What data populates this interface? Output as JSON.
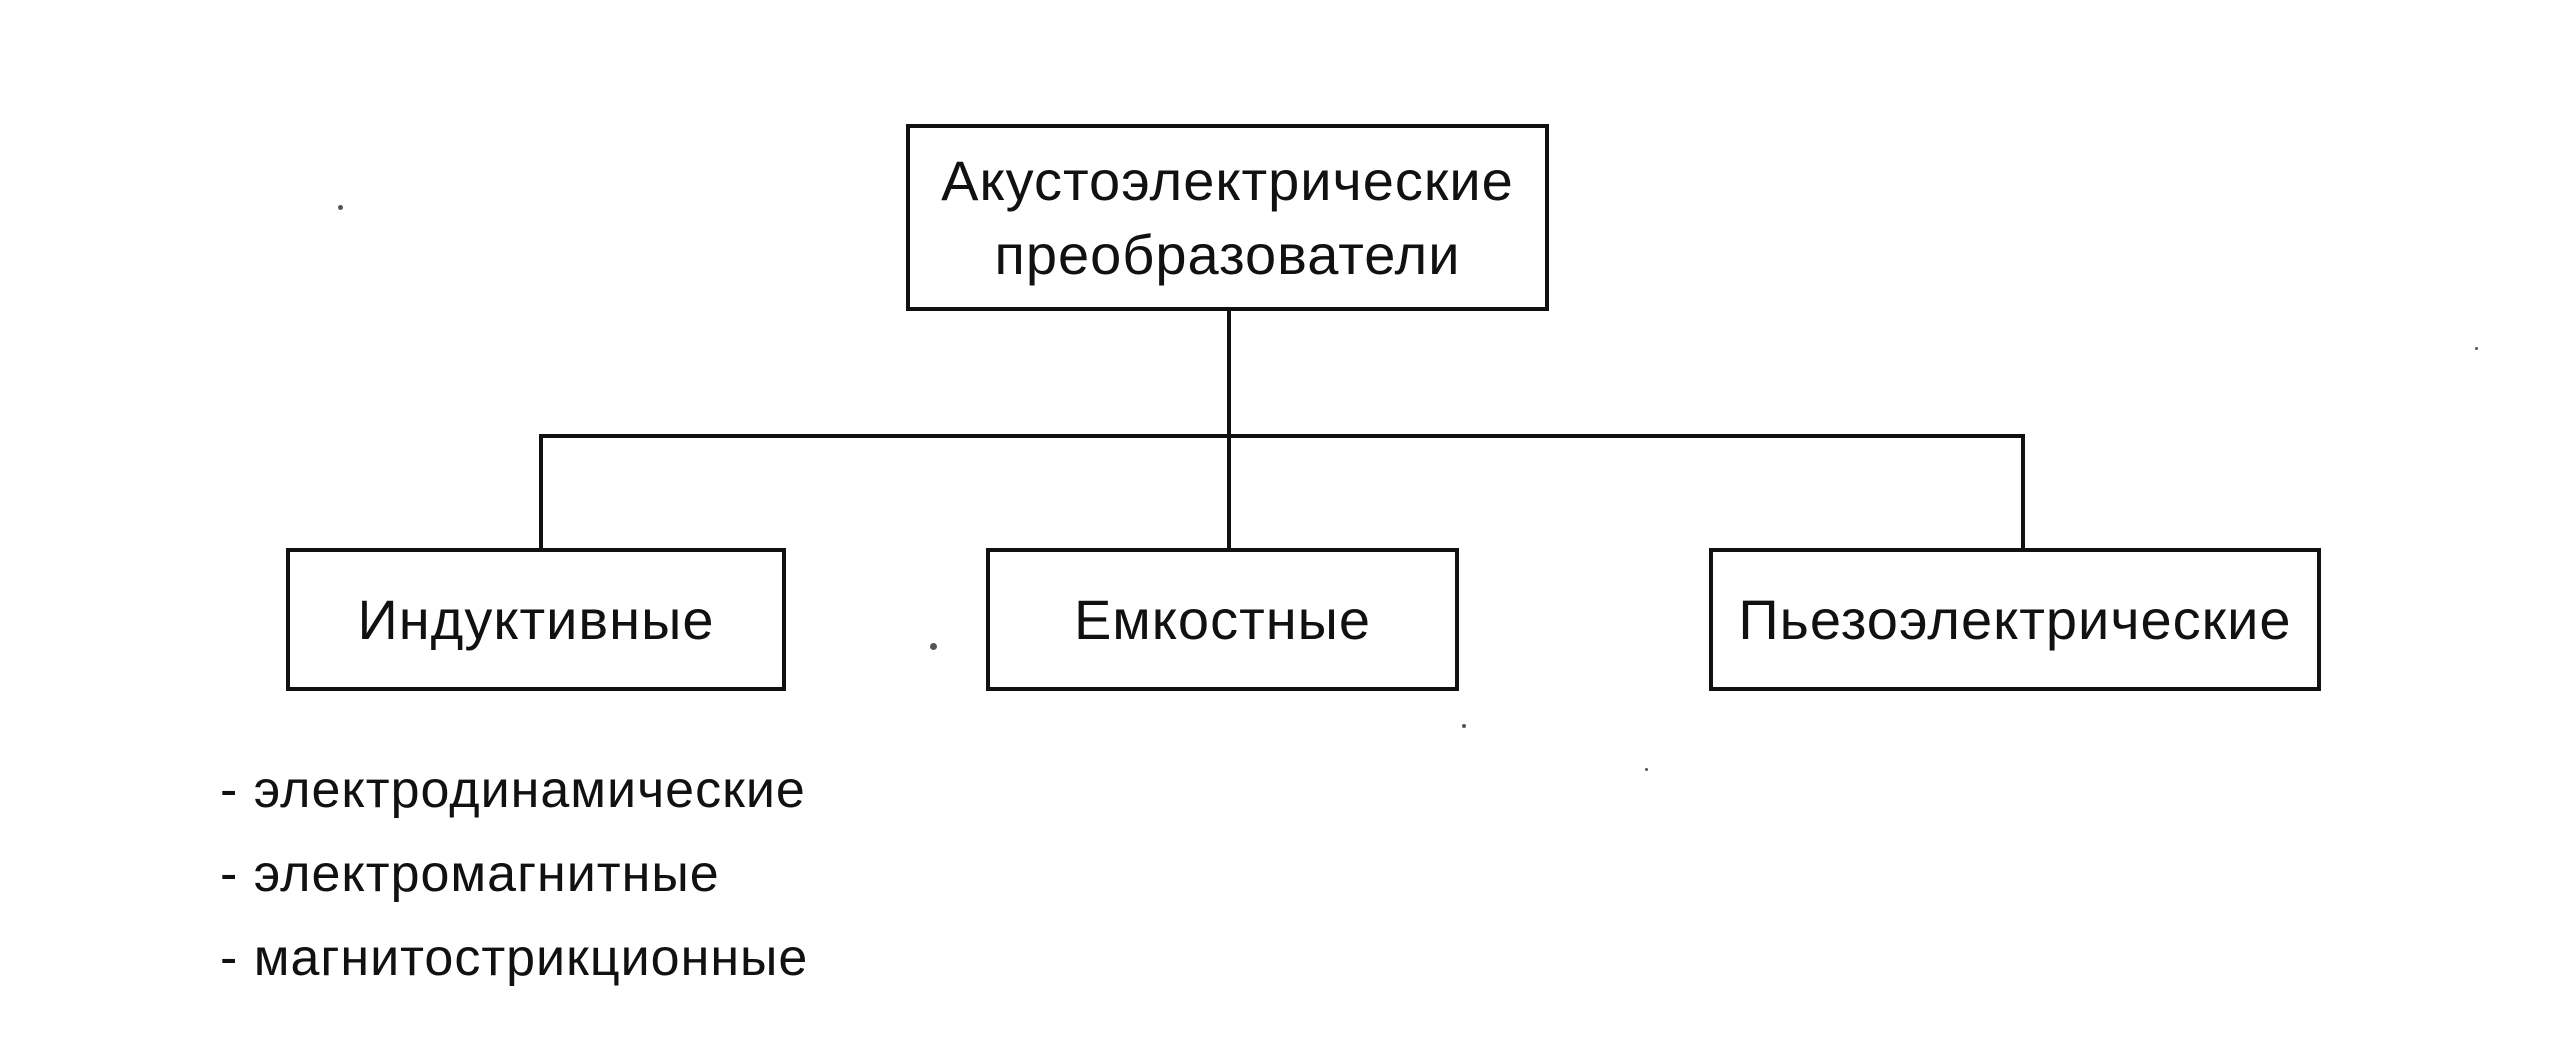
{
  "diagram": {
    "root": {
      "label_line1": "Акустоэлектрические",
      "label_line2": "преобразователи"
    },
    "children": [
      {
        "label": "Индуктивные"
      },
      {
        "label": "Емкостные"
      },
      {
        "label": "Пьезоэлектрические"
      }
    ],
    "inductive_subtypes": [
      "- электродинамические",
      "- электромагнитные",
      "- магнитострикционные"
    ]
  }
}
